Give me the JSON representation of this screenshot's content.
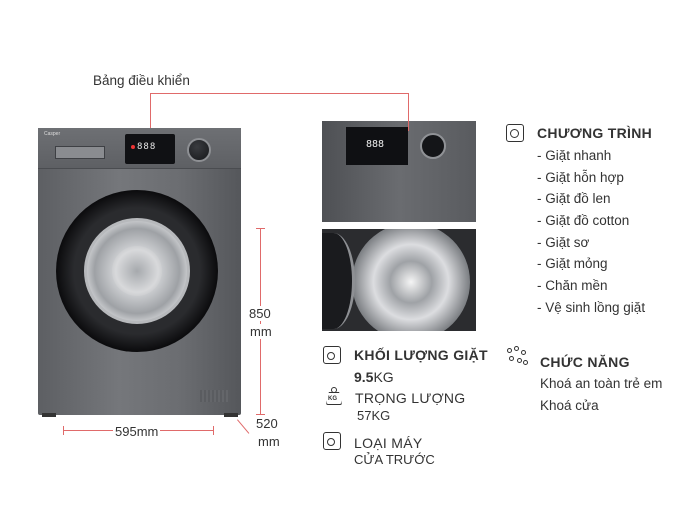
{
  "label_panel": "Bảng điều khiển",
  "washer": {
    "brand_logo": "Casper",
    "display_digits": "888"
  },
  "dimensions": {
    "width": "595mm",
    "height_value": "850",
    "height_unit": "mm",
    "depth_value": "520",
    "depth_unit": "mm"
  },
  "photo_top_digits": "888",
  "program": {
    "heading": "CHƯƠNG TRÌNH",
    "items": [
      "- Giặt nhanh",
      "- Giặt hỗn hợp",
      "- Giặt đồ len",
      "- Giặt  đồ cotton",
      "- Giặt sơ",
      "- Giặt mỏng",
      "- Chăn mền",
      "- Vệ sinh lồng giặt"
    ]
  },
  "capacity": {
    "heading": "KHỐI LƯỢNG GIẶT",
    "value_number": "9.5",
    "value_unit": "KG"
  },
  "weight": {
    "heading": "TRỌNG LƯỢNG",
    "value": "57KG",
    "icon_label": "KG"
  },
  "type": {
    "heading": "LOẠI MÁY",
    "value": "CỬA TRƯỚC"
  },
  "features": {
    "heading": "CHỨC NĂNG",
    "items": [
      "Khoá an toàn trẻ em",
      "Khoá cửa"
    ]
  },
  "colors": {
    "accent_line": "#e06a6a",
    "machine_body": "#6b6d71",
    "text": "#333333"
  },
  "icons": [
    "washer-program-icon",
    "capacity-icon",
    "weight-icon",
    "washer-type-icon",
    "functions-icon"
  ]
}
